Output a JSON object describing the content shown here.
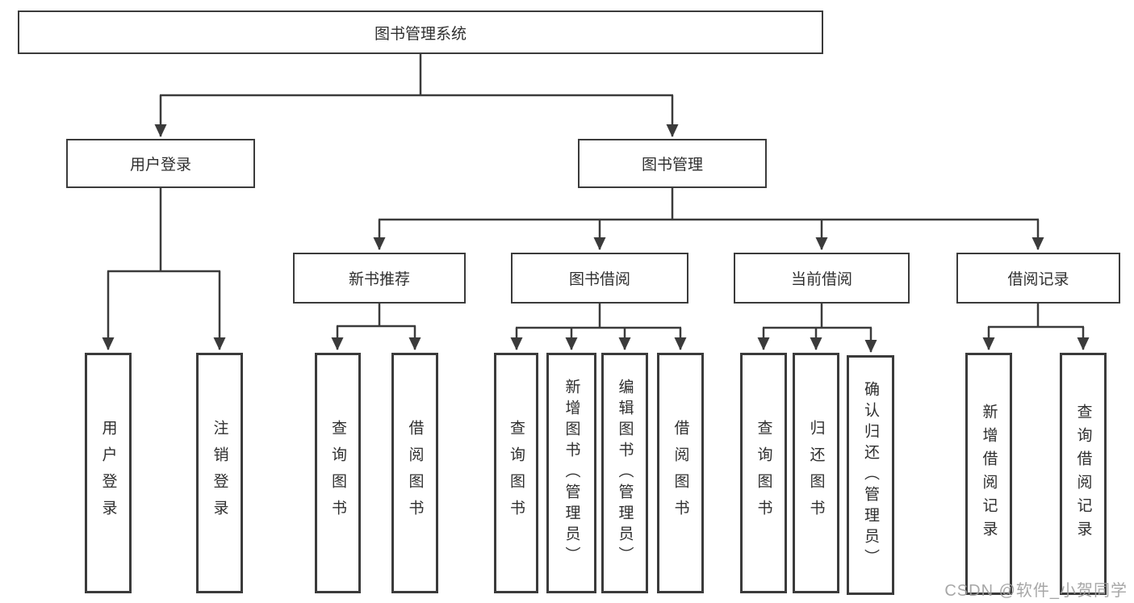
{
  "title": "图书管理系统",
  "watermark": "CSDN @软件_小贺同学",
  "colors": {
    "line": "#3b3b3b",
    "text": "#2f2f2f",
    "watermark": "#9e9e9e",
    "background": "#ffffff"
  },
  "tree": {
    "root": {
      "label": "图书管理系统"
    },
    "branches": [
      {
        "label": "用户登录",
        "children": [
          {
            "label": "用户登录"
          },
          {
            "label": "注销登录"
          }
        ]
      },
      {
        "label": "图书管理",
        "children": [
          {
            "label": "新书推荐",
            "children": [
              {
                "label": "查询图书"
              },
              {
                "label": "借阅图书"
              }
            ]
          },
          {
            "label": "图书借阅",
            "children": [
              {
                "label": "查询图书"
              },
              {
                "label": "新增图书（管理员）"
              },
              {
                "label": "编辑图书（管理员）"
              },
              {
                "label": "借阅图书"
              }
            ]
          },
          {
            "label": "当前借阅",
            "children": [
              {
                "label": "查询图书"
              },
              {
                "label": "归还图书"
              },
              {
                "label": "确认归还（管理员）"
              }
            ]
          },
          {
            "label": "借阅记录",
            "children": [
              {
                "label": "新增借阅记录"
              },
              {
                "label": "查询借阅记录"
              }
            ]
          }
        ]
      }
    ]
  }
}
